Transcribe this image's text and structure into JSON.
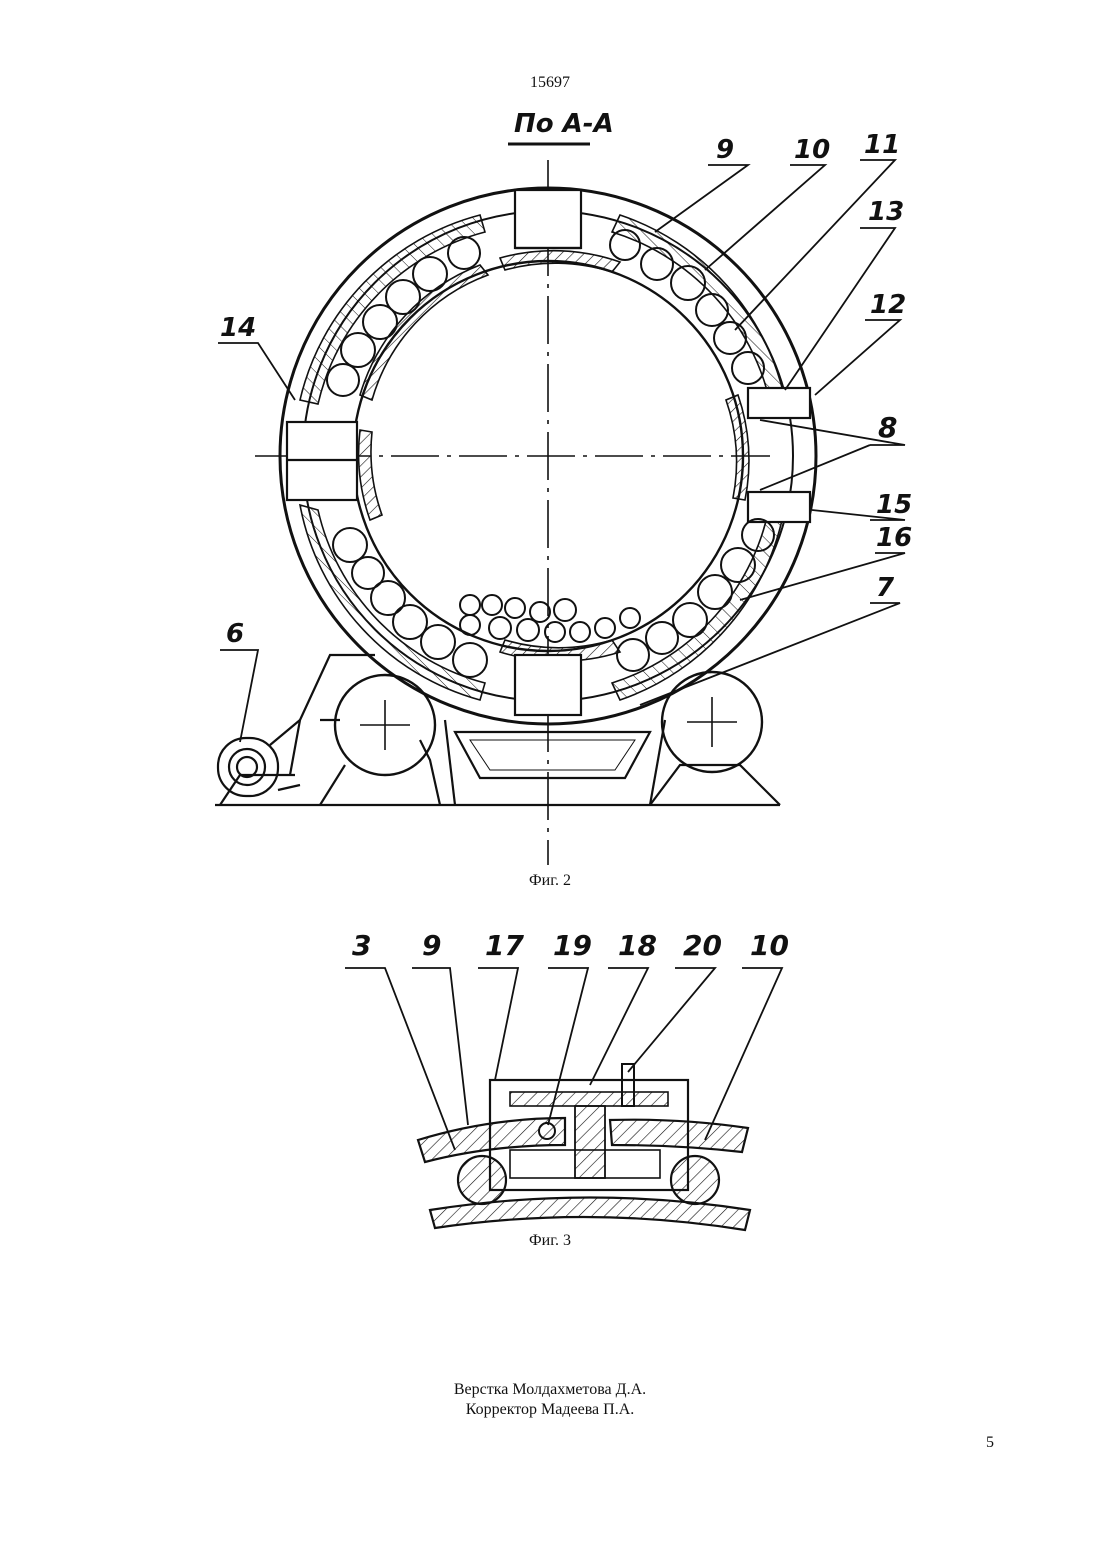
{
  "document": {
    "header_number": "15697",
    "section_title": "По А-А",
    "fig2_caption": "Фиг. 2",
    "fig3_caption": "Фиг. 3",
    "footer_line1": "Верстка Молдахметова Д.А.",
    "footer_line2": "Корректор Мадеева П.А.",
    "page_number": "5"
  },
  "fig2_labels": {
    "l9": "9",
    "l10": "10",
    "l11": "11",
    "l13": "13",
    "l12": "12",
    "l14": "14",
    "l8": "8",
    "l15": "15",
    "l16": "16",
    "l7": "7",
    "l6": "6"
  },
  "fig3_labels": {
    "l3": "3",
    "l9": "9",
    "l17": "17",
    "l19": "19",
    "l18": "18",
    "l20": "20",
    "l10": "10"
  }
}
